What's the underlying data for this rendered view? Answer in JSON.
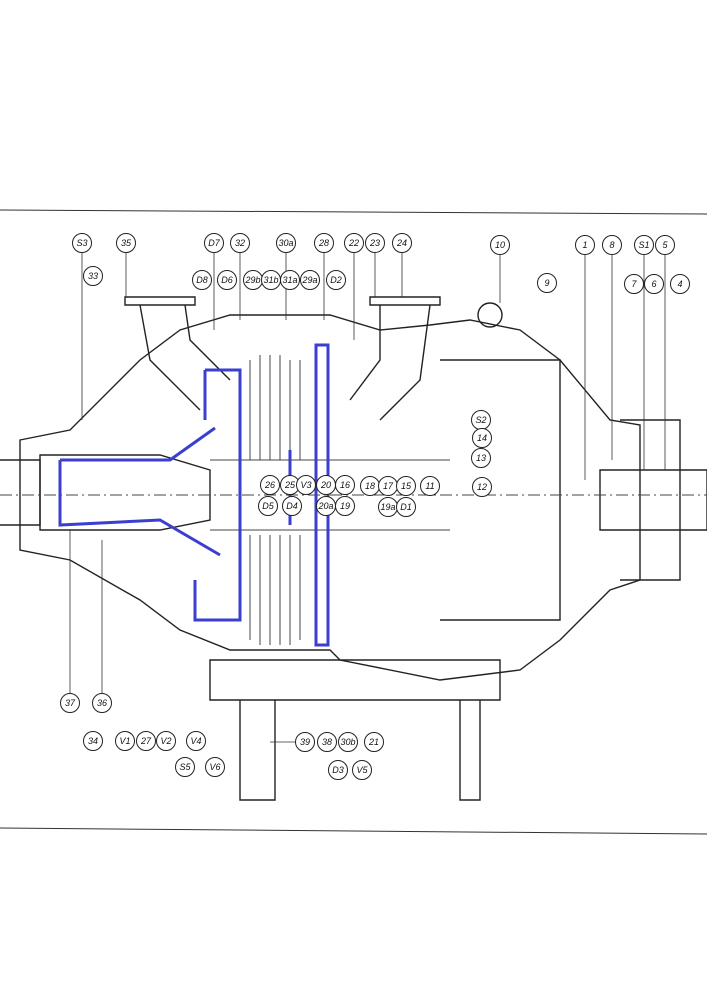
{
  "drawing": {
    "highlight_color": "#3a3fd0",
    "line_color": "#222222",
    "labels_top": [
      "S3",
      "35",
      "D7",
      "32",
      "30a",
      "28",
      "22",
      "23",
      "24",
      "10",
      "1",
      "8",
      "S1",
      "5"
    ],
    "labels_second": [
      "33",
      "D8",
      "D6",
      "29b",
      "31b",
      "31a",
      "29a",
      "D2",
      "9",
      "7",
      "6",
      "4"
    ],
    "labels_right": [
      "S2",
      "14",
      "13",
      "12"
    ],
    "labels_inner_upper": [
      "26",
      "25",
      "V3",
      "20",
      "16",
      "18",
      "17",
      "15",
      "11"
    ],
    "labels_inner_lower": [
      "D5",
      "D4",
      "20a",
      "19",
      "19a",
      "D1"
    ],
    "labels_bottom": [
      "37",
      "36",
      "34",
      "V1",
      "27",
      "V2",
      "V4",
      "S5",
      "V6",
      "39",
      "38",
      "30b",
      "21",
      "D3",
      "V5"
    ]
  }
}
